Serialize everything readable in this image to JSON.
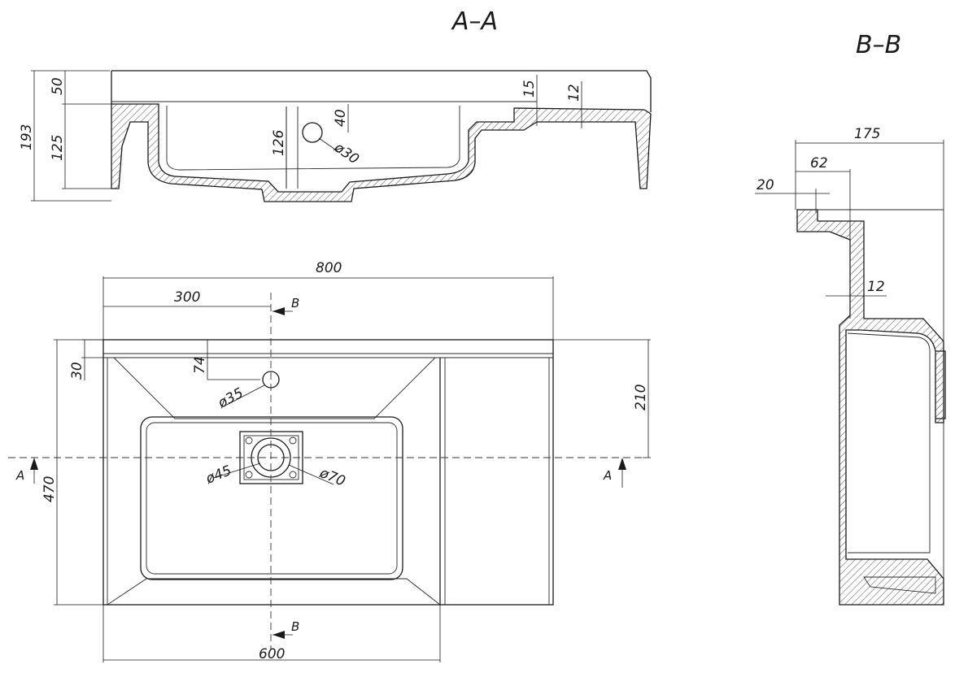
{
  "sections": {
    "aa": "A–A",
    "bb": "B–B"
  },
  "dims": {
    "aa_193": "193",
    "aa_50": "50",
    "aa_125": "125",
    "aa_126": "126",
    "aa_40": "40",
    "aa_d30": "ø30",
    "aa_15": "15",
    "aa_12": "12",
    "top_800": "800",
    "top_300": "300",
    "top_600": "600",
    "top_30": "30",
    "top_74": "74",
    "top_d35": "ø35",
    "top_210": "210",
    "top_470": "470",
    "top_d45": "ø45",
    "top_d70": "ø70",
    "bb_175": "175",
    "bb_62": "62",
    "bb_20": "20",
    "bb_12": "12"
  },
  "markers": {
    "a": "A",
    "b": "B"
  }
}
